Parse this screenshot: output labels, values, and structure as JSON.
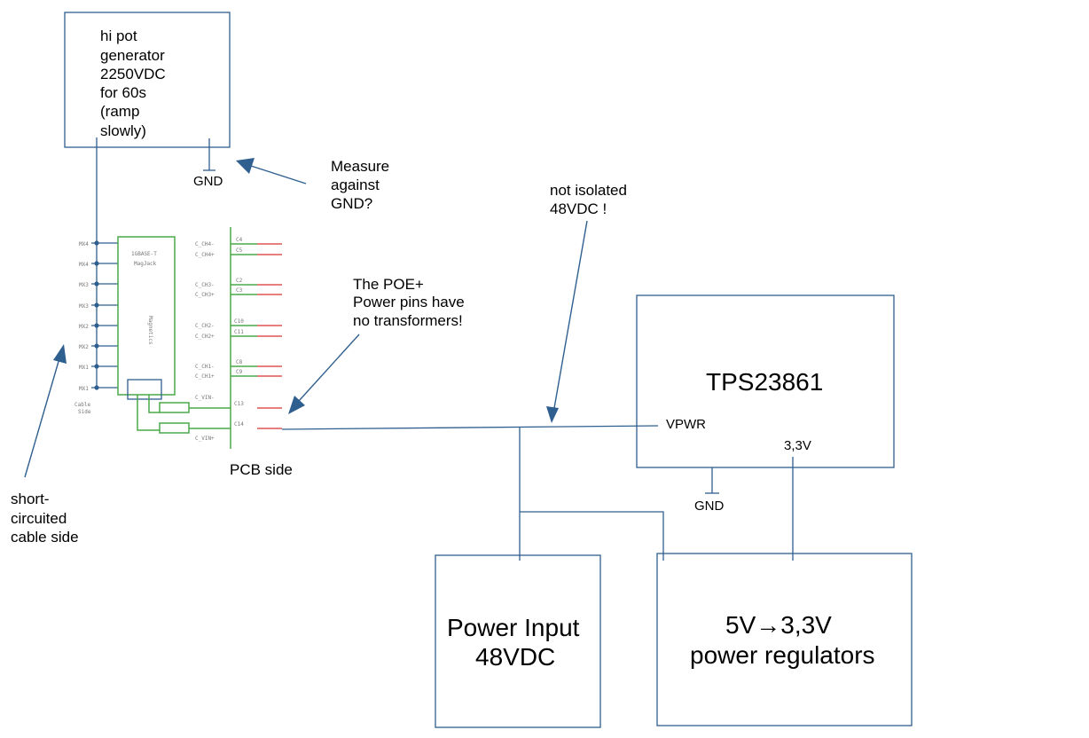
{
  "blocks": {
    "hipot": [
      "hi pot",
      "generator",
      "2250VDC",
      "for 60s",
      "(ramp",
      "slowly)"
    ],
    "tps": "TPS23861",
    "power_input": [
      "Power Input",
      "48VDC"
    ],
    "regulators": [
      "5V→3,3V",
      "power regulators"
    ]
  },
  "labels": {
    "gnd_top": "GND",
    "gnd_bottom": "GND",
    "vpwr": "VPWR",
    "v33": "3,3V",
    "pcb_side": "PCB side"
  },
  "annotations": {
    "measure": [
      "Measure",
      "against",
      "GND?"
    ],
    "not_isolated": [
      "not isolated",
      "48VDC !"
    ],
    "poe": [
      "The POE+",
      "Power pins have",
      "no transformers!"
    ],
    "short": [
      "short-",
      "circuited",
      "cable side"
    ]
  },
  "magjack": {
    "title": [
      "1GBASE-T",
      "MagJack"
    ],
    "magnetics": "Magnetics",
    "cable_side": [
      "Cable",
      "Side"
    ],
    "left_pins": [
      "MX4",
      "MX4",
      "MX3",
      "MX3",
      "MX2",
      "MX2",
      "MX1",
      "MX1"
    ],
    "right_nets": [
      "C_CH4-",
      "C_CH4+",
      "C_CH3-",
      "C_CH3+",
      "C_CH2-",
      "C_CH2+",
      "C_CH1-",
      "C_CH1+",
      "C_VIN-",
      "C_VIN+"
    ],
    "right_caps": [
      "C4",
      "C5",
      "C2",
      "C3",
      "C10",
      "C11",
      "C8",
      "C9",
      "C13",
      "C14"
    ]
  },
  "colors": {
    "outline": "#2f5f8f",
    "schematic_green": "#4aa84a",
    "schematic_red": "#e05555"
  }
}
